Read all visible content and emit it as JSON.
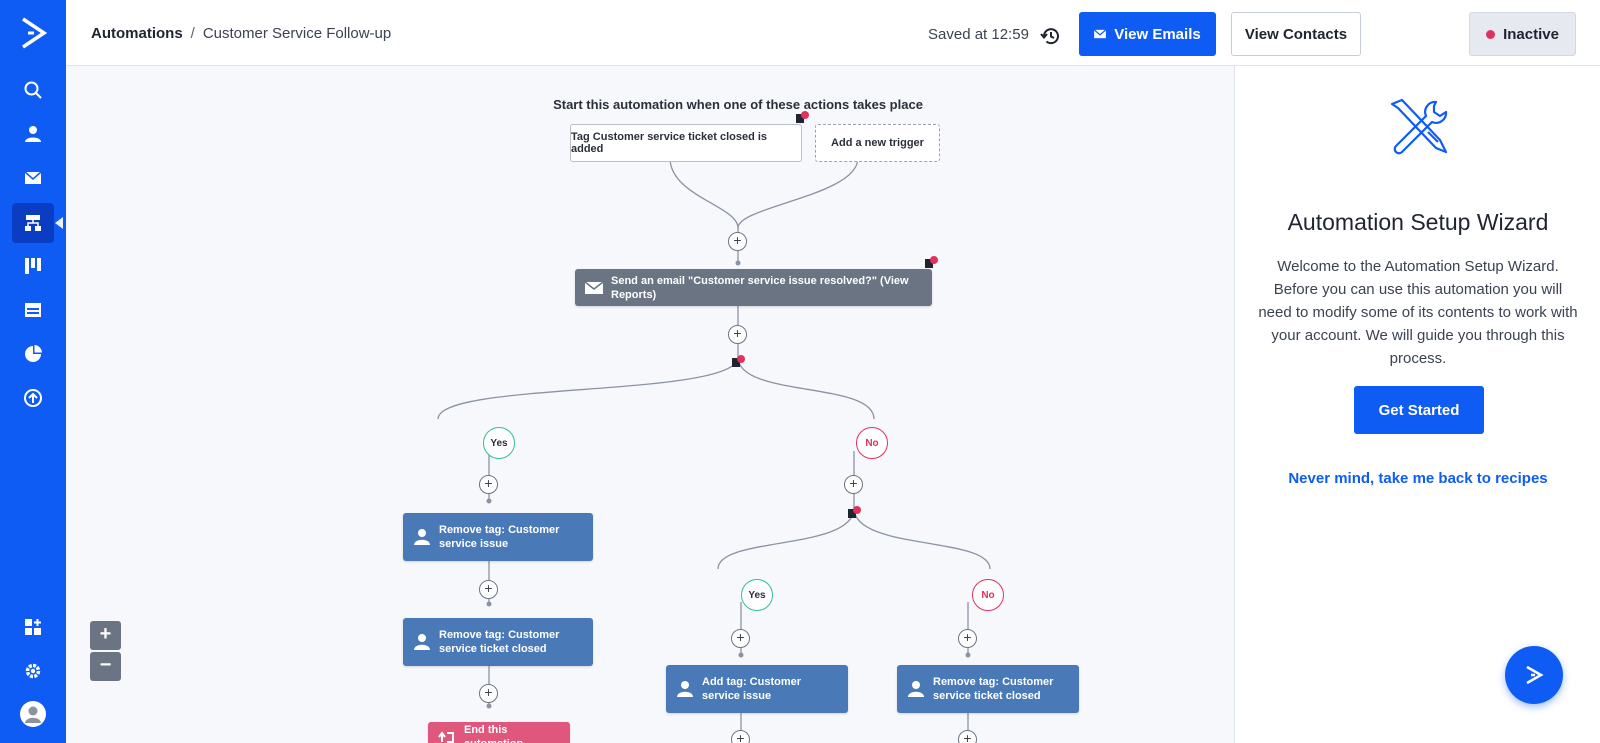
{
  "breadcrumb": {
    "root": "Automations",
    "separator": "/",
    "current": "Customer Service Follow-up"
  },
  "header": {
    "saved_text": "Saved at 12:59",
    "view_emails_label": "View Emails",
    "view_contacts_label": "View Contacts",
    "status_label": "Inactive"
  },
  "sidebar": {
    "items": [
      {
        "name": "search-icon"
      },
      {
        "name": "contacts-icon"
      },
      {
        "name": "campaigns-icon"
      },
      {
        "name": "automations-icon",
        "active": true
      },
      {
        "name": "deals-icon"
      },
      {
        "name": "site-icon"
      },
      {
        "name": "reports-icon"
      },
      {
        "name": "upgrade-icon"
      }
    ],
    "bottom_items": [
      {
        "name": "apps-icon"
      },
      {
        "name": "settings-icon"
      },
      {
        "name": "profile-icon"
      }
    ]
  },
  "flow": {
    "trigger_title": "Start this automation when one of these actions takes place",
    "triggers": [
      "Tag Customer service ticket closed is added",
      "Add a new trigger"
    ],
    "email_action": "Send an email \"Customer service issue resolved?\" (View Reports)",
    "condition_yes": "Yes",
    "condition_no": "No",
    "yes_branch": [
      "Remove tag: Customer service issue",
      "Remove tag: Customer service ticket closed",
      "End this automation"
    ],
    "no_yes_branch": [
      "Add tag: Customer service issue"
    ],
    "no_no_branch": [
      "Remove tag: Customer service ticket closed"
    ],
    "plus_symbol": "+",
    "badge_count": "1"
  },
  "zoom": {
    "in": "+",
    "out": "−"
  },
  "panel": {
    "title": "Automation Setup Wizard",
    "text": "Welcome to the Automation Setup Wizard. Before you can use this automation you will need to modify some of its contents to work with your account. We will guide you through this process.",
    "get_started": "Get Started",
    "back_link": "Never mind, take me back to recipes"
  },
  "colors": {
    "brand": "#0f5cf5",
    "action_blue": "#4a79b8",
    "action_gray": "#6b7482",
    "end_pink": "#e0577e",
    "yes_green": "#2fbf9b",
    "no_red": "#e2305c"
  }
}
